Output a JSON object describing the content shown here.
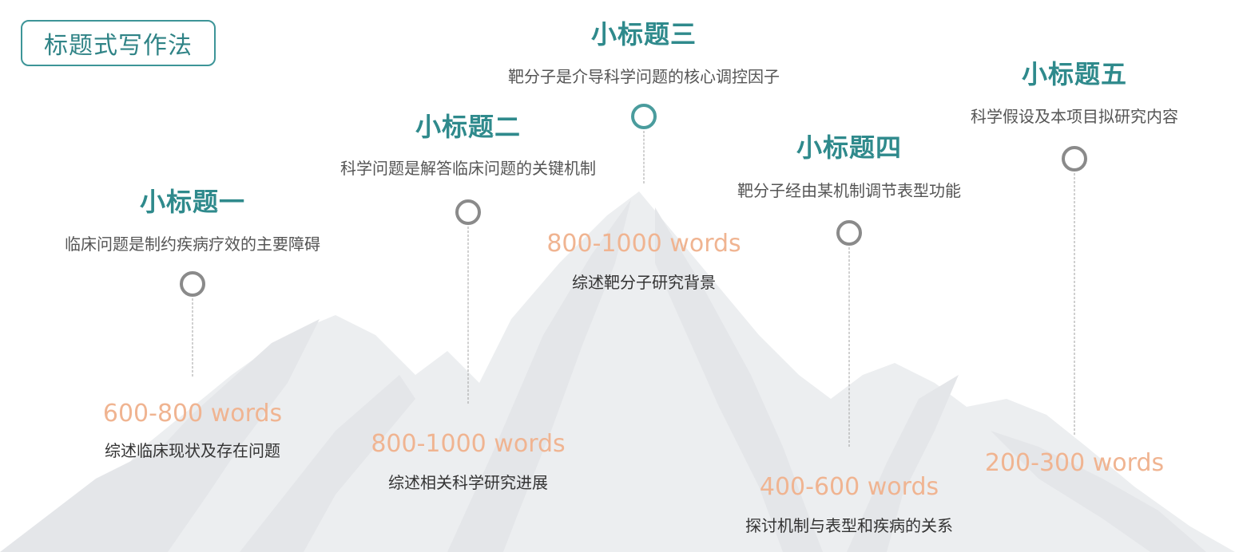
{
  "title": "标题式写作法",
  "steps": [
    {
      "heading": "小标题一",
      "subtitle": "临床问题是制约疾病疗效的主要障碍",
      "words": "600-800 words",
      "description": "综述临床现状及存在问题"
    },
    {
      "heading": "小标题二",
      "subtitle": "科学问题是解答临床问题的关键机制",
      "words": "800-1000 words",
      "description": "综述相关科学研究进展"
    },
    {
      "heading": "小标题三",
      "subtitle": "靶分子是介导科学问题的核心调控因子",
      "words": "800-1000 words",
      "description": "综述靶分子研究背景"
    },
    {
      "heading": "小标题四",
      "subtitle": "靶分子经由某机制调节表型功能",
      "words": "400-600 words",
      "description": "探讨机制与表型和疾病的关系"
    },
    {
      "heading": "小标题五",
      "subtitle": "科学假设及本项目拟研究内容",
      "words": "200-300 words",
      "description": ""
    }
  ],
  "colors": {
    "teal": "#2f8a8c",
    "word_orange": "#f0b491",
    "circle_gray": "#8a8a8a",
    "mountain_gray": "#e3e5e8"
  }
}
